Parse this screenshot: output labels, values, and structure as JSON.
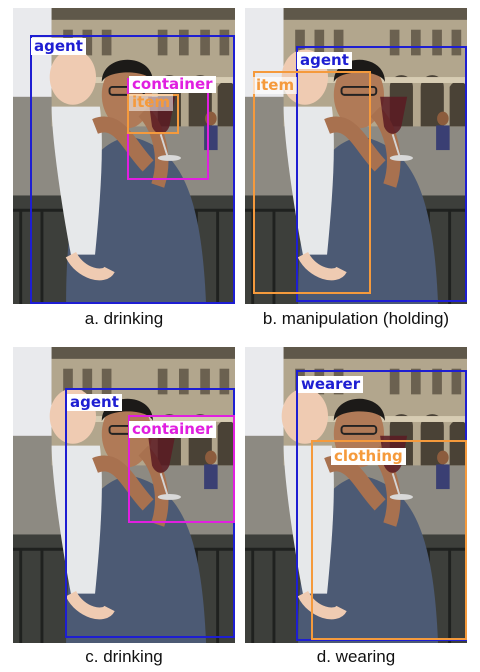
{
  "panels": [
    {
      "caption": "a. drinking",
      "labels": [
        "agent",
        "container",
        "item"
      ]
    },
    {
      "caption": "b. manipulation (holding)",
      "labels": [
        "agent",
        "item"
      ]
    },
    {
      "caption": "c. drinking",
      "labels": [
        "agent",
        "container"
      ]
    },
    {
      "caption": "d. wearing",
      "labels": [
        "wearer",
        "clothing"
      ]
    }
  ],
  "colors": {
    "agent": "#1e1ed2",
    "container": "#e01fe0",
    "item": "#f59a3c",
    "clothing": "#f59a3c"
  }
}
